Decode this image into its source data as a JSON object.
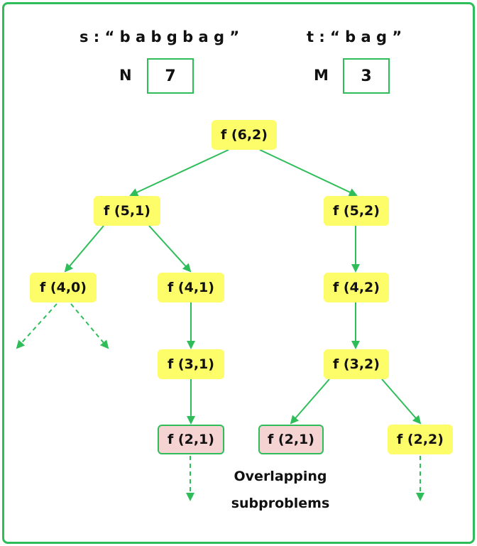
{
  "colors": {
    "accent": "#2ebd59",
    "node_fill": "#fdfd6a",
    "overlap_fill": "#f6d3d3"
  },
  "header": {
    "s_label": "s : “ b a b g b a g ”",
    "t_label": "t : “ b a g ”",
    "n_label": "N",
    "n_value": "7",
    "m_label": "M",
    "m_value": "3"
  },
  "tree": {
    "nodes": [
      {
        "id": "f62",
        "label": "f (6,2)",
        "overlap": false
      },
      {
        "id": "f51",
        "label": "f (5,1)",
        "overlap": false
      },
      {
        "id": "f52",
        "label": "f (5,2)",
        "overlap": false
      },
      {
        "id": "f40",
        "label": "f (4,0)",
        "overlap": false
      },
      {
        "id": "f41",
        "label": "f (4,1)",
        "overlap": false
      },
      {
        "id": "f42",
        "label": "f (4,2)",
        "overlap": false
      },
      {
        "id": "f31",
        "label": "f (3,1)",
        "overlap": false
      },
      {
        "id": "f32",
        "label": "f (3,2)",
        "overlap": false
      },
      {
        "id": "f21a",
        "label": "f (2,1)",
        "overlap": true
      },
      {
        "id": "f21b",
        "label": "f (2,1)",
        "overlap": true
      },
      {
        "id": "f22",
        "label": "f (2,2)",
        "overlap": false
      }
    ],
    "edges": [
      {
        "from": "f62",
        "to": "f51"
      },
      {
        "from": "f62",
        "to": "f52"
      },
      {
        "from": "f51",
        "to": "f40"
      },
      {
        "from": "f51",
        "to": "f41"
      },
      {
        "from": "f52",
        "to": "f42"
      },
      {
        "from": "f41",
        "to": "f31"
      },
      {
        "from": "f42",
        "to": "f32"
      },
      {
        "from": "f31",
        "to": "f21a"
      },
      {
        "from": "f32",
        "to": "f21b"
      },
      {
        "from": "f32",
        "to": "f22"
      }
    ],
    "continuations": [
      "f40-left",
      "f40-right",
      "f21a-down",
      "f22-down"
    ]
  },
  "annotation": {
    "line1": "Overlapping",
    "line2": "subproblems"
  }
}
